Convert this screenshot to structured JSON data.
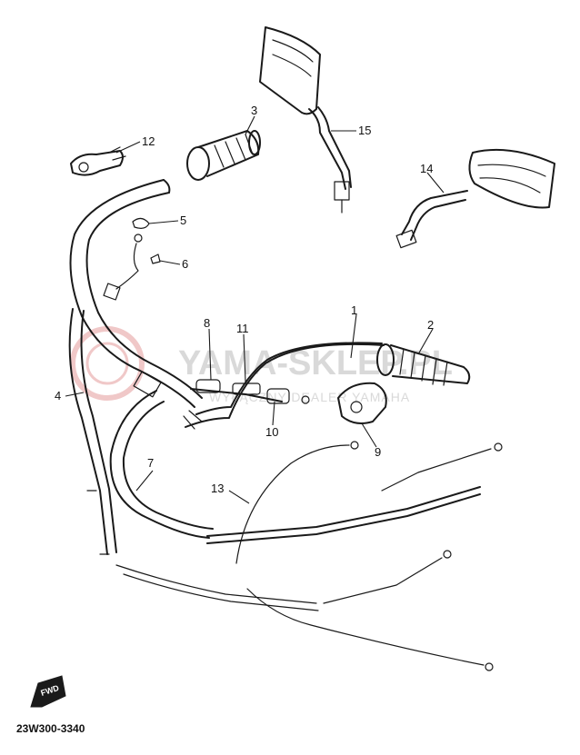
{
  "watermark": {
    "logo_text": "YAMA-SKLEP.PL",
    "sub_text": "WYŁĄCZNY DEALER YAMAHA",
    "color": "#e06060"
  },
  "callouts": [
    "1",
    "2",
    "3",
    "4",
    "5",
    "6",
    "7",
    "8",
    "9",
    "10",
    "11",
    "12",
    "13",
    "14",
    "15"
  ],
  "diagram_code": "23W300-3340",
  "fwd_label": "FWD"
}
